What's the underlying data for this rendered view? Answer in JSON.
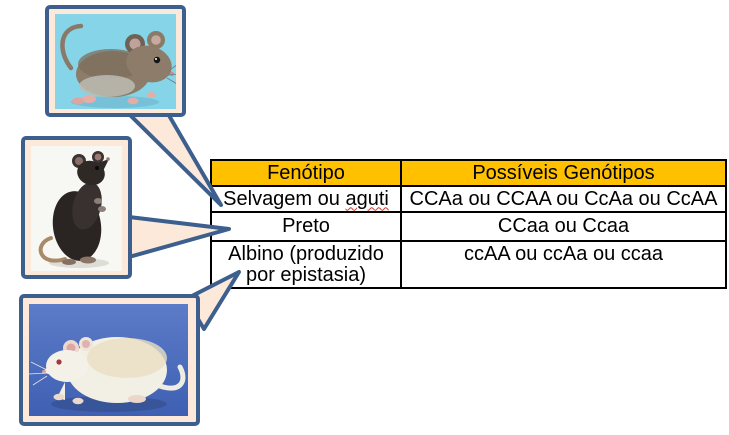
{
  "colors": {
    "callout_border": "#3C5F8E",
    "callout_fill": "#FCE9D9",
    "table_header_bg": "#FFC000",
    "table_border": "#000000",
    "photo_agouti_bg": "#85D4E8",
    "photo_black_rat_bg": "#F7F7F4",
    "photo_albino_bg": "#4A6BBE"
  },
  "table": {
    "headers": [
      {
        "label": "Fenótipo"
      },
      {
        "label": "Possíveis Genótipos"
      }
    ],
    "rows": [
      {
        "phenotype_prefix": "Selvagem ou ",
        "phenotype_flagged": "aguti",
        "genotypes": "CCAa ou CCAA ou CcAa ou CcAA"
      },
      {
        "phenotype": "Preto",
        "genotypes": "CCaa ou Ccaa"
      },
      {
        "phenotype": "Albino (produzido por epistasia)",
        "genotypes": "ccAA ou ccAa ou ccaa"
      }
    ]
  },
  "callouts": [
    {
      "subject": "agouti-wild-mouse-photo"
    },
    {
      "subject": "black-rat-photo"
    },
    {
      "subject": "albino-rat-photo"
    }
  ]
}
